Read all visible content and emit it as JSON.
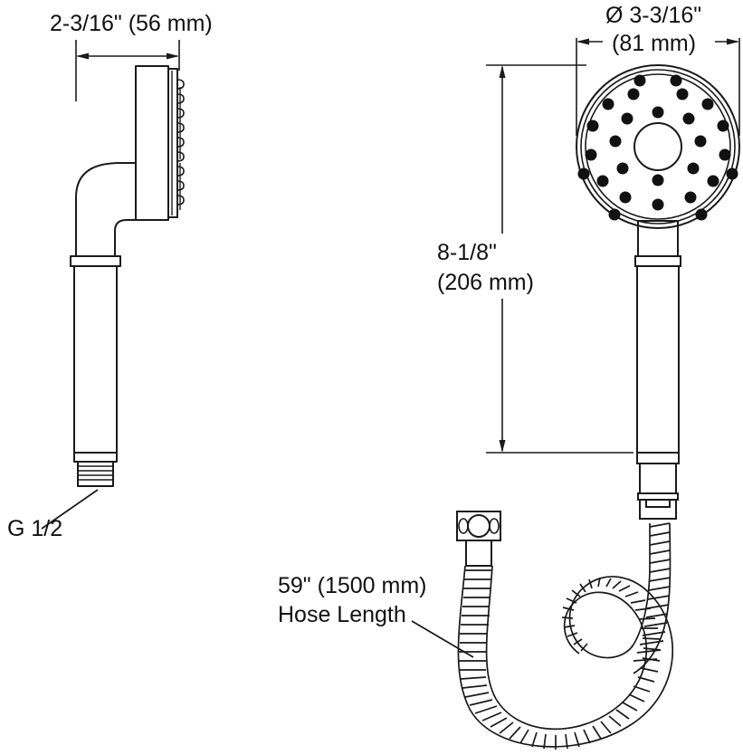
{
  "drawing": {
    "title": "Handshower technical dimension drawing",
    "line_color": "#1a1a1a",
    "background_color": "#ffffff"
  },
  "dimensions": {
    "side_width": {
      "label_line1": "2-3/16\" (56 mm)",
      "name": "side-view-width",
      "value_in": "2-3/16\"",
      "value_mm": "56 mm"
    },
    "head_diameter": {
      "label_line1": "Ø 3-3/16\"",
      "label_line2": "(81 mm)",
      "name": "spray-face-diameter",
      "value_in": "3-3/16\"",
      "value_mm": "81 mm"
    },
    "overall_height": {
      "label_line1": "8-1/8\"",
      "label_line2": "(206 mm)",
      "name": "overall-height",
      "value_in": "8-1/8\"",
      "value_mm": "206 mm"
    },
    "hose_length": {
      "label_line1": "59\" (1500 mm)",
      "label_line2": "Hose Length",
      "name": "hose-length",
      "value_in": "59\"",
      "value_mm": "1500 mm"
    },
    "thread": {
      "label_line1": "G 1/2",
      "name": "inlet-thread-callout"
    }
  },
  "parts": {
    "side_view": "handshower-side-view",
    "front_view": "handshower-front-view",
    "spray_face": "spray-face",
    "handle": "handle",
    "hose": "flexible-hose",
    "hose_nut": "hose-connector-nut",
    "thread_end": "g-half-threaded-end"
  }
}
